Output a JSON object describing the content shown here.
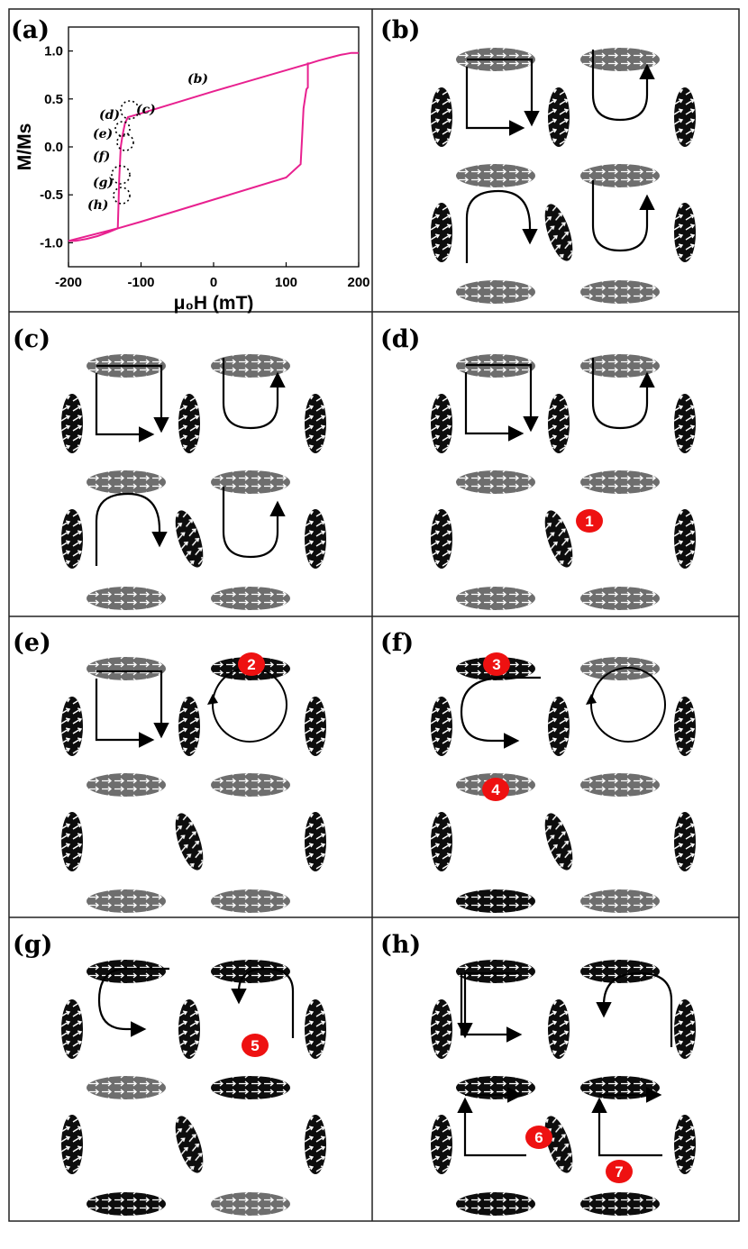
{
  "panels": {
    "a": "(a)",
    "b": "(b)",
    "c": "(c)",
    "d": "(d)",
    "e": "(e)",
    "f": "(f)",
    "g": "(g)",
    "h": "(h)"
  },
  "colors": {
    "curve": "#e8208f",
    "dark_island": "#0d0d0d",
    "grey_island": "#6e6e6e",
    "marker": "#ee1111",
    "border": "#222222"
  },
  "chart_data": {
    "type": "line",
    "xlabel": "μ₀H (mT)",
    "ylabel": "M/Ms",
    "xlim": [
      -200,
      200
    ],
    "ylim": [
      -1.25,
      1.25
    ],
    "x_ticks": [
      "-200",
      "-100",
      "0",
      "100",
      "200"
    ],
    "y_ticks": [
      "1.0",
      "0.5",
      "0.0",
      "-0.5",
      "-1.0"
    ],
    "descending": {
      "x": [
        200,
        190,
        175,
        160,
        145,
        132,
        100,
        0,
        -100,
        -118,
        -122,
        -124,
        -126,
        -128,
        -130,
        -131,
        -132
      ],
      "y": [
        0.98,
        0.98,
        0.96,
        0.93,
        0.9,
        0.87,
        0.8,
        0.58,
        0.35,
        0.31,
        0.25,
        0.18,
        0.1,
        0.0,
        -0.33,
        -0.6,
        -0.85
      ]
    },
    "ascending": {
      "x": [
        -132,
        -145,
        -160,
        -175,
        -190,
        -200,
        -200,
        -132,
        -100,
        0,
        100,
        120,
        122,
        124,
        126,
        128,
        130,
        130,
        132
      ],
      "y": [
        -0.85,
        -0.89,
        -0.93,
        -0.96,
        -0.98,
        -0.98,
        -0.98,
        -0.85,
        -0.78,
        -0.55,
        -0.32,
        -0.18,
        0.1,
        0.4,
        0.5,
        0.6,
        0.62,
        0.87,
        0.87
      ]
    },
    "annotations": [
      "(b)",
      "(c)",
      "(d)",
      "(e)",
      "(f)",
      "(g)",
      "(h)"
    ]
  },
  "markers": [
    "1",
    "2",
    "3",
    "4",
    "5",
    "6",
    "7"
  ]
}
